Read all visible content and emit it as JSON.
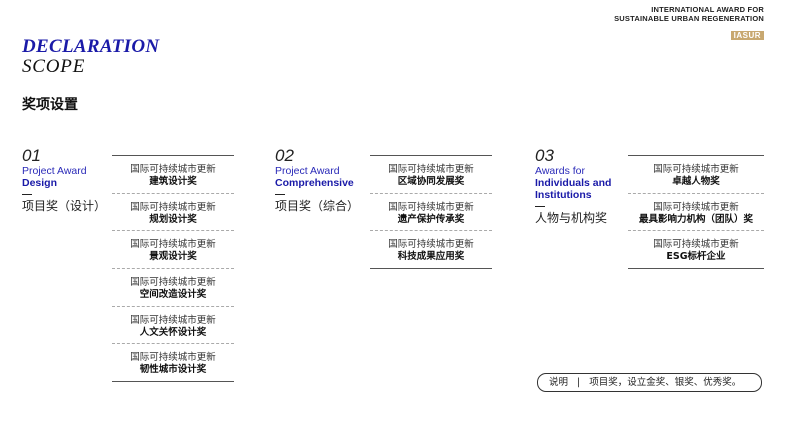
{
  "logo": {
    "line1": "INTERNATIONAL AWARD FOR",
    "line2": "SUSTAINABLE URBAN REGENERATION",
    "badge": "IASUR"
  },
  "header": {
    "title_line1": "DECLARATION",
    "title_line2": "SCOPE",
    "subtitle": "奖项设置"
  },
  "columns": [
    {
      "number": "01",
      "en_line1": "Project Award",
      "en_line2": "Design",
      "cn_label": "项目奖（设计）",
      "items": [
        {
          "prefix": "国际可持续城市更新",
          "name": "建筑设计奖"
        },
        {
          "prefix": "国际可持续城市更新",
          "name": "规划设计奖"
        },
        {
          "prefix": "国际可持续城市更新",
          "name": "景观设计奖"
        },
        {
          "prefix": "国际可持续城市更新",
          "name": "空间改造设计奖"
        },
        {
          "prefix": "国际可持续城市更新",
          "name": "人文关怀设计奖"
        },
        {
          "prefix": "国际可持续城市更新",
          "name": "韧性城市设计奖"
        }
      ]
    },
    {
      "number": "02",
      "en_line1": "Project Award",
      "en_line2": "Comprehensive",
      "cn_label": "项目奖（综合）",
      "items": [
        {
          "prefix": "国际可持续城市更新",
          "name": "区域协同发展奖"
        },
        {
          "prefix": "国际可持续城市更新",
          "name": "遗产保护传承奖"
        },
        {
          "prefix": "国际可持续城市更新",
          "name": "科技成果应用奖"
        }
      ]
    },
    {
      "number": "03",
      "en_line1": "Awards for",
      "en_line2": "Individuals and",
      "en_line3": "Institutions",
      "cn_label": "人物与机构奖",
      "items": [
        {
          "prefix": "国际可持续城市更新",
          "name": "卓越人物奖"
        },
        {
          "prefix": "国际可持续城市更新",
          "name": "最具影响力机构（团队）奖"
        },
        {
          "prefix": "国际可持续城市更新",
          "name": "ESG标杆企业"
        }
      ]
    }
  ],
  "note": {
    "label": "说明",
    "separator": "|",
    "text": "项目奖，设立金奖、银奖、优秀奖。"
  }
}
